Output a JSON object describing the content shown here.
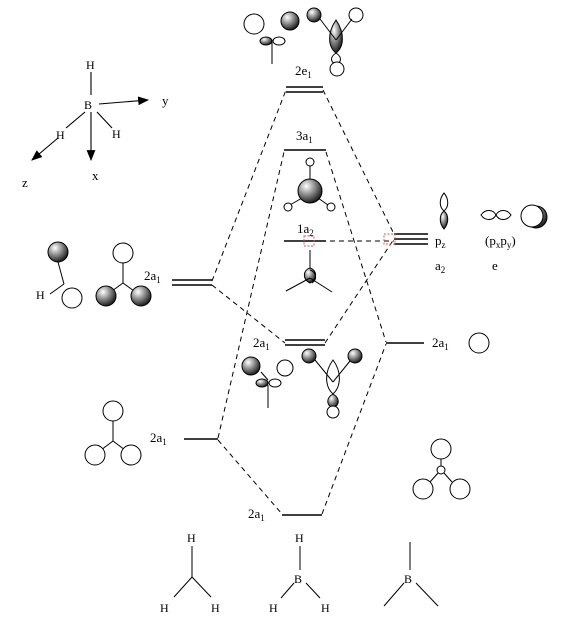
{
  "axes": {
    "x": "x",
    "y": "y",
    "z": "z"
  },
  "atoms": {
    "boron": "B",
    "hydrogen": "H"
  },
  "levels": {
    "top_2e1": {
      "main": "2e",
      "sub": "1"
    },
    "mid_3a1": {
      "main": "3a",
      "sub": "1"
    },
    "mid_1a2": {
      "main": "1a",
      "sub": "2"
    },
    "left_h_upper": {
      "main": "2a",
      "sub": "1"
    },
    "left_h_lower": {
      "main": "2a",
      "sub": "1"
    },
    "center_2a1_upper": {
      "main": "2a",
      "sub": "1"
    },
    "bottom_2a1": {
      "main": "2a",
      "sub": "1"
    },
    "right_2a1": {
      "main": "2a",
      "sub": "1"
    }
  },
  "boron_orbitals": {
    "pz": {
      "main": "p",
      "sub": "z"
    },
    "pxpy": {
      "open": "(p",
      "sub1": "x",
      "mid": "p",
      "sub2": "y",
      "close": ")"
    },
    "a2": "a",
    "a2_sub": "2",
    "e": "e"
  },
  "colors": {
    "line": "#000000",
    "highlight": "#e05050",
    "shade_dark": "#333333"
  }
}
